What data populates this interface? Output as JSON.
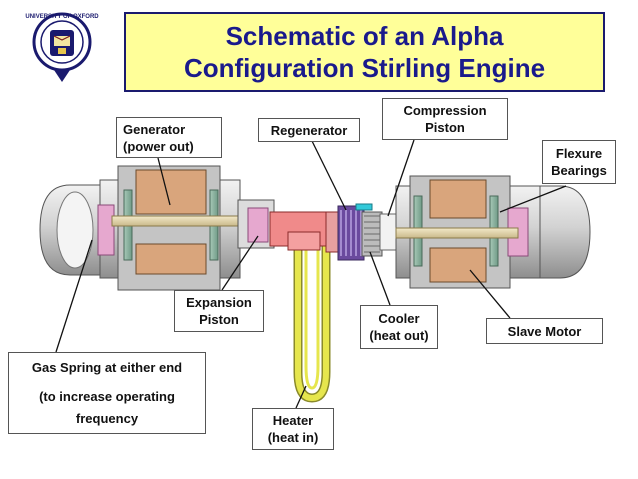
{
  "title": {
    "line1": "Schematic of an Alpha",
    "line2": "Configuration Stirling Engine"
  },
  "crest": {
    "name": "university crest",
    "ring_text": "UNIVERSITY OF OXFORD"
  },
  "labels": {
    "generator": [
      "Generator",
      "(power out)"
    ],
    "regenerator": [
      "Regenerator"
    ],
    "compression_piston": [
      "Compression",
      "Piston"
    ],
    "flexure_bearings": [
      "Flexure",
      "Bearings"
    ],
    "expansion_piston": [
      "Expansion",
      "Piston"
    ],
    "cooler": [
      "Cooler",
      "(heat out)"
    ],
    "slave_motor": [
      "Slave Motor"
    ],
    "gas_spring": [
      "Gas Spring at either end",
      "(to increase operating",
      "frequency"
    ],
    "heater": [
      "Heater",
      "(heat in)"
    ]
  },
  "colors": {
    "title_bg": "#ffff99",
    "title_text": "#1a1a8c",
    "title_border": "#1a1a6e",
    "casing": "#cfcfcf",
    "magnet": "#d9a57c",
    "piston": "#e6a8cf",
    "heater_tube": "#e6e64d",
    "hot_head": "#f08a8a",
    "regenerator": "#6a4a9e",
    "cooler": "#bcbcbc"
  }
}
